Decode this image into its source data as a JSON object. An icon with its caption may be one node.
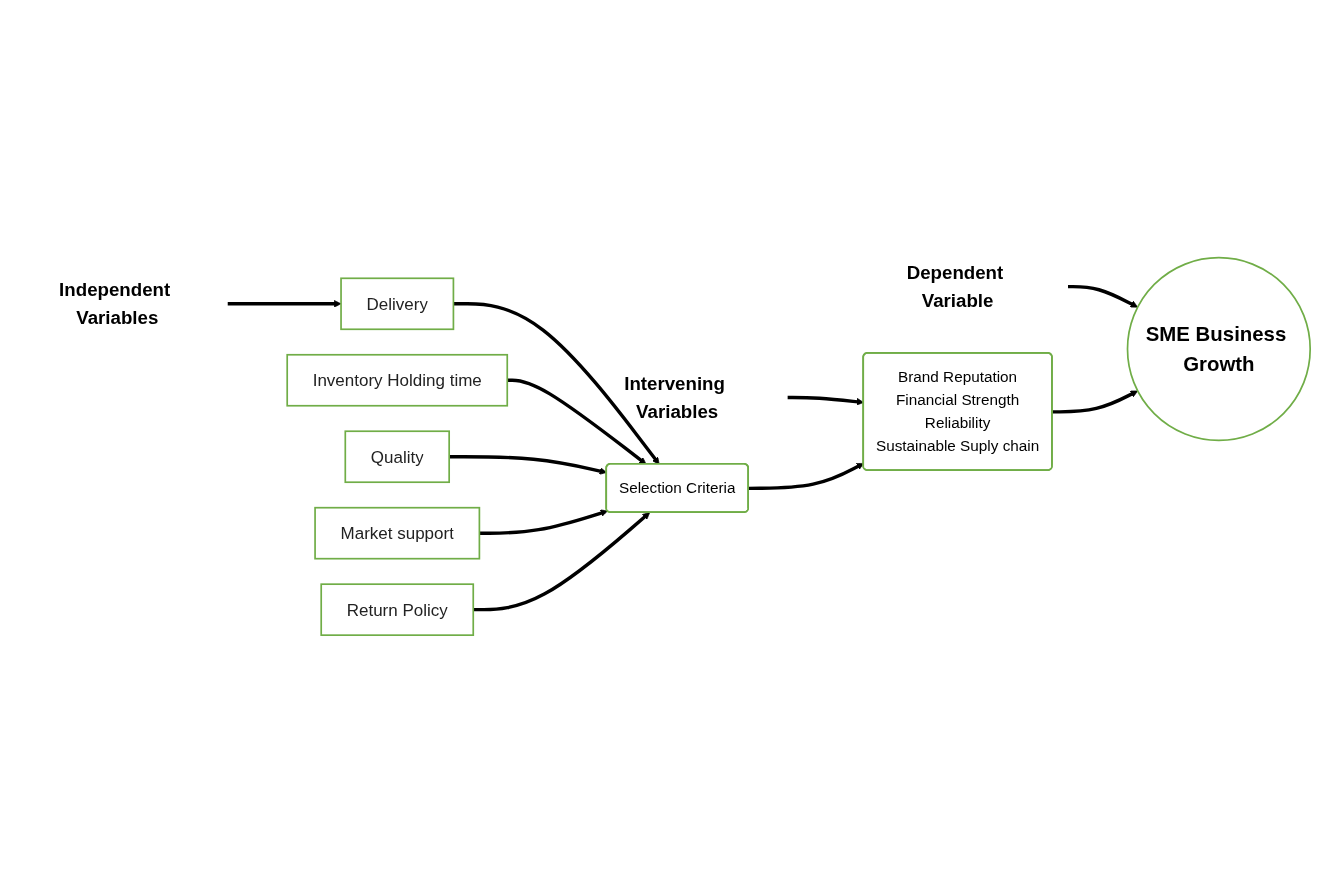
{
  "diagram": {
    "nodes": [
      {
        "text": [
          "Independent Variables"
        ]
      },
      {
        "text": [
          "Intervening Variables"
        ]
      },
      {
        "text": [
          "Dependent Variable"
        ]
      },
      {
        "text": [
          "Delivery"
        ]
      },
      {
        "text": [
          "Inventory Holding time"
        ]
      },
      {
        "text": [
          "Quality"
        ]
      },
      {
        "text": [
          "Market support"
        ]
      },
      {
        "text": [
          "Return Policy"
        ]
      },
      {
        "text": [
          "Selection Criteria"
        ]
      },
      {
        "text": [
          "Brand Reputation",
          "Financial Strength",
          "Reliability",
          "Sustainable Suply chain"
        ]
      },
      {
        "text": [
          "SME Business Growth"
        ]
      }
    ],
    "edges": [
      {
        "from": 0,
        "to": 3,
        "arrow": "to"
      },
      {
        "from": 1,
        "to": 9,
        "arrow": "to"
      },
      {
        "from": 2,
        "to": 10,
        "arrow": "to"
      },
      {
        "from": 3,
        "to": 8,
        "arrow": "to"
      },
      {
        "from": 4,
        "to": 8,
        "arrow": "to"
      },
      {
        "from": 5,
        "to": 8,
        "arrow": "to"
      },
      {
        "from": 6,
        "to": 8,
        "arrow": "to"
      },
      {
        "from": 7,
        "to": 8,
        "arrow": "to"
      },
      {
        "from": 8,
        "to": 9,
        "arrow": "to"
      },
      {
        "from": 9,
        "to": 10,
        "arrow": "to"
      }
    ]
  }
}
